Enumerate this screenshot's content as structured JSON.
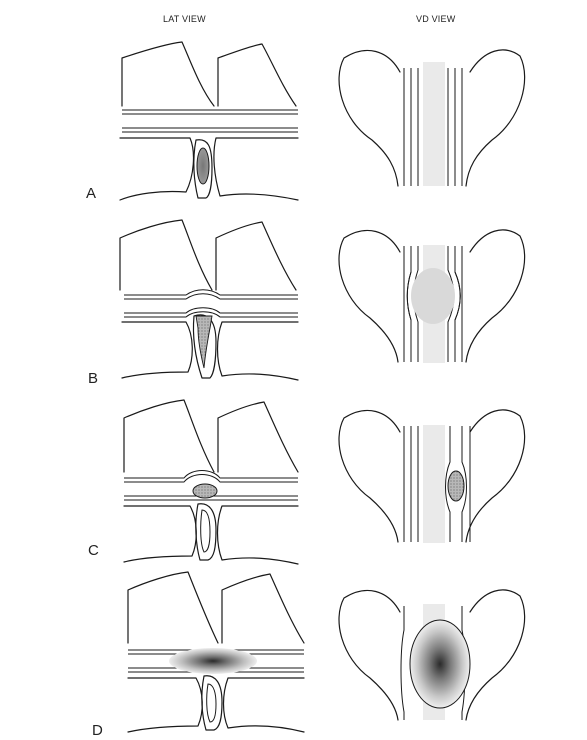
{
  "columns": {
    "lateral": "LAT VIEW",
    "ventrodorsal": "VD VIEW"
  },
  "rows": [
    {
      "label": "A"
    },
    {
      "label": "B"
    },
    {
      "label": "C"
    },
    {
      "label": "D"
    }
  ]
}
